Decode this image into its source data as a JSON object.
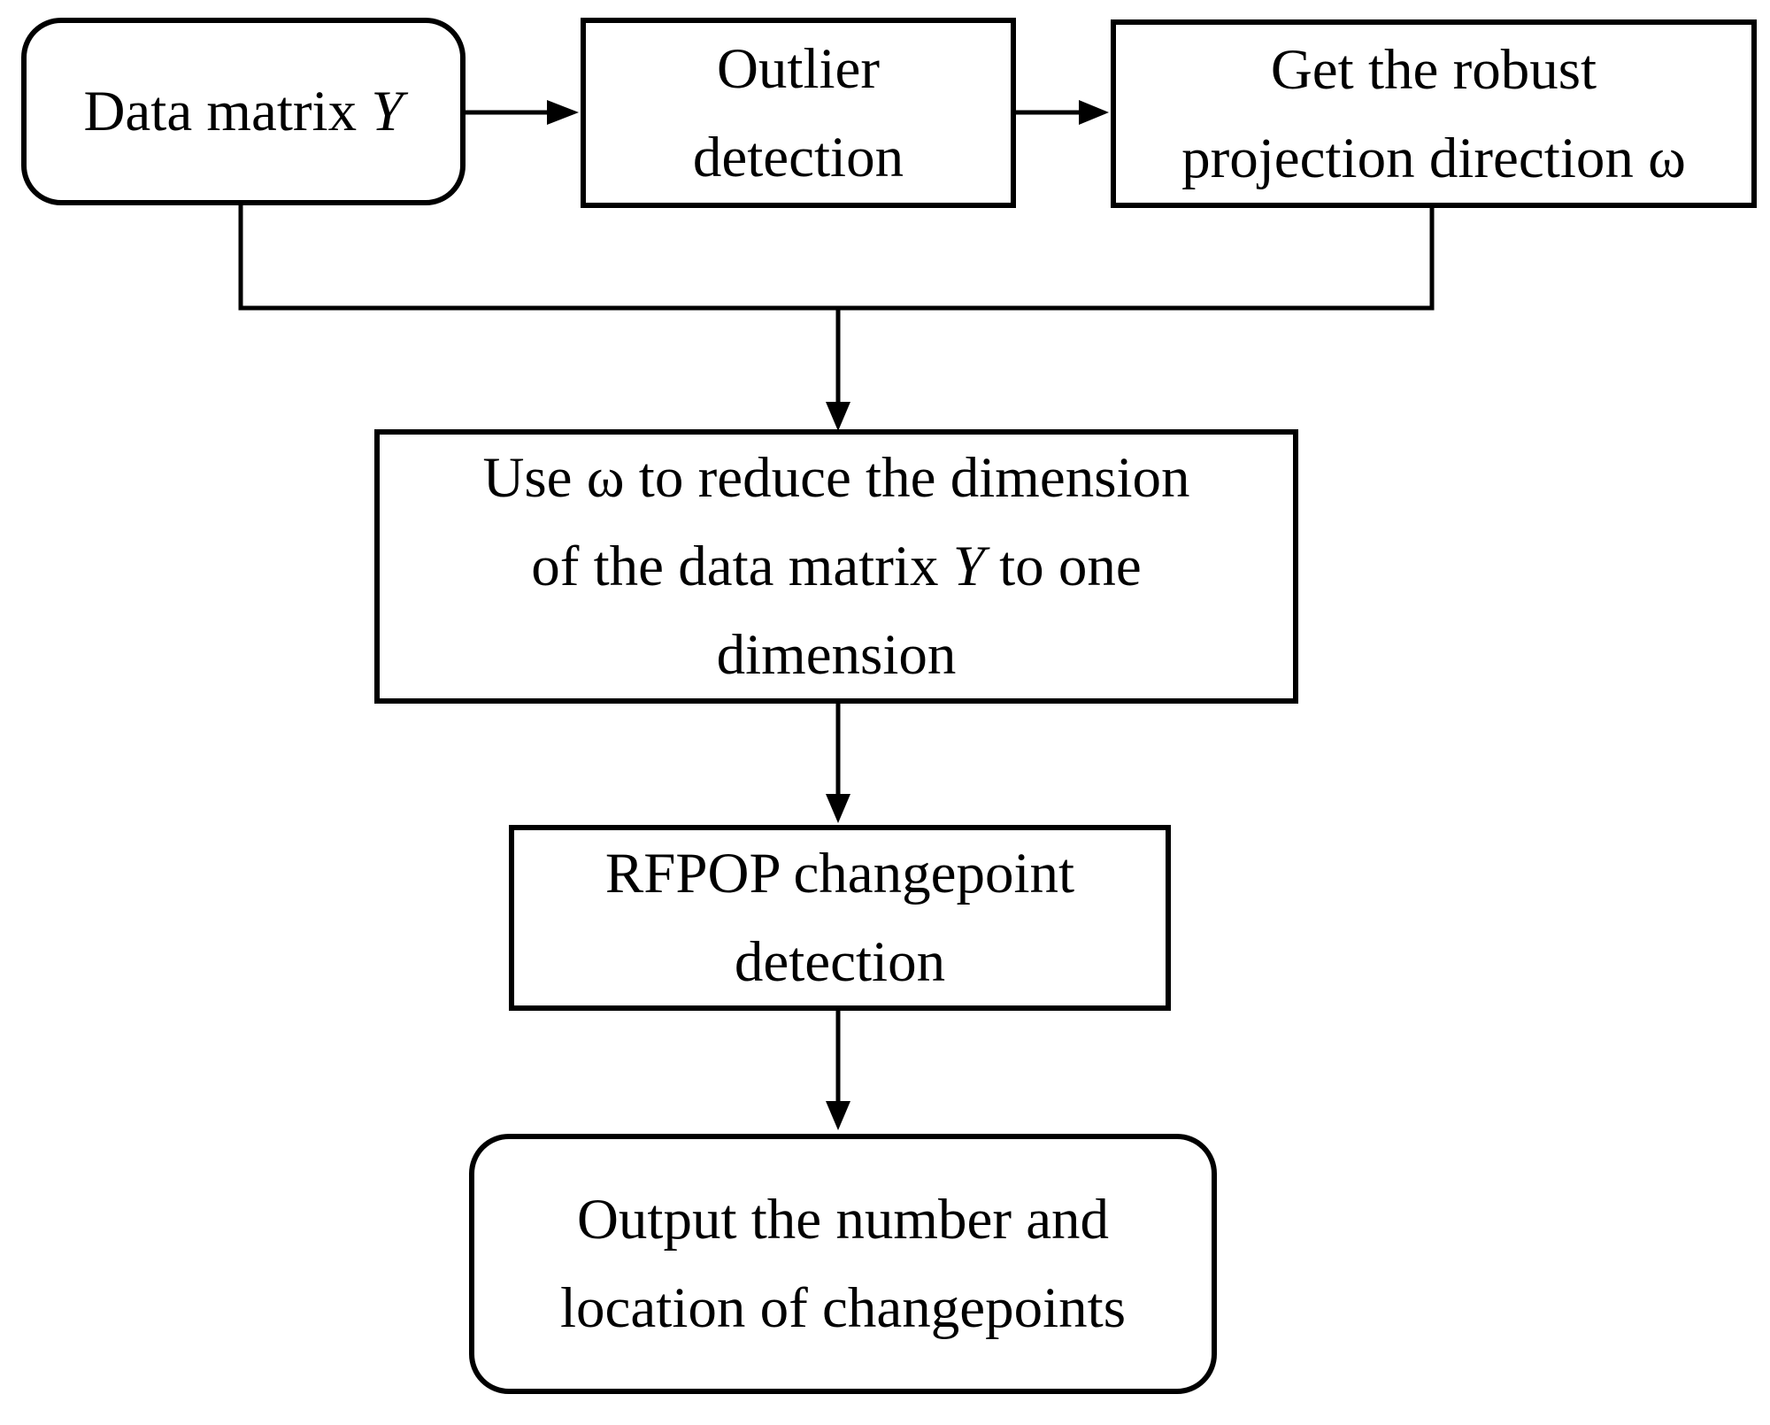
{
  "figure": {
    "kind": "flowchart",
    "description": "RFPOP changepoint detection pipeline flowchart"
  },
  "colors": {
    "ink": "#000000",
    "background": "#ffffff"
  },
  "boxes": {
    "data_matrix": {
      "shape": "rounded-rectangle",
      "text_prefix": "Data matrix ",
      "text_var": "Y"
    },
    "outlier_detection": {
      "shape": "rectangle",
      "line1": "Outlier",
      "line2": "detection"
    },
    "robust_projection": {
      "shape": "rectangle",
      "line1": "Get the robust",
      "line2": "projection direction ω"
    },
    "reduce_dimension": {
      "shape": "rectangle",
      "line1": "Use ω to reduce the dimension",
      "line2_prefix": "of the data matrix ",
      "line2_var": "Y",
      "line2_suffix": " to one",
      "line3": "dimension"
    },
    "rfpop": {
      "shape": "rectangle",
      "line1": "RFPOP changepoint",
      "line2": "detection"
    },
    "output": {
      "shape": "rounded-rectangle",
      "line1": "Output the number and",
      "line2": "location of changepoints"
    }
  }
}
